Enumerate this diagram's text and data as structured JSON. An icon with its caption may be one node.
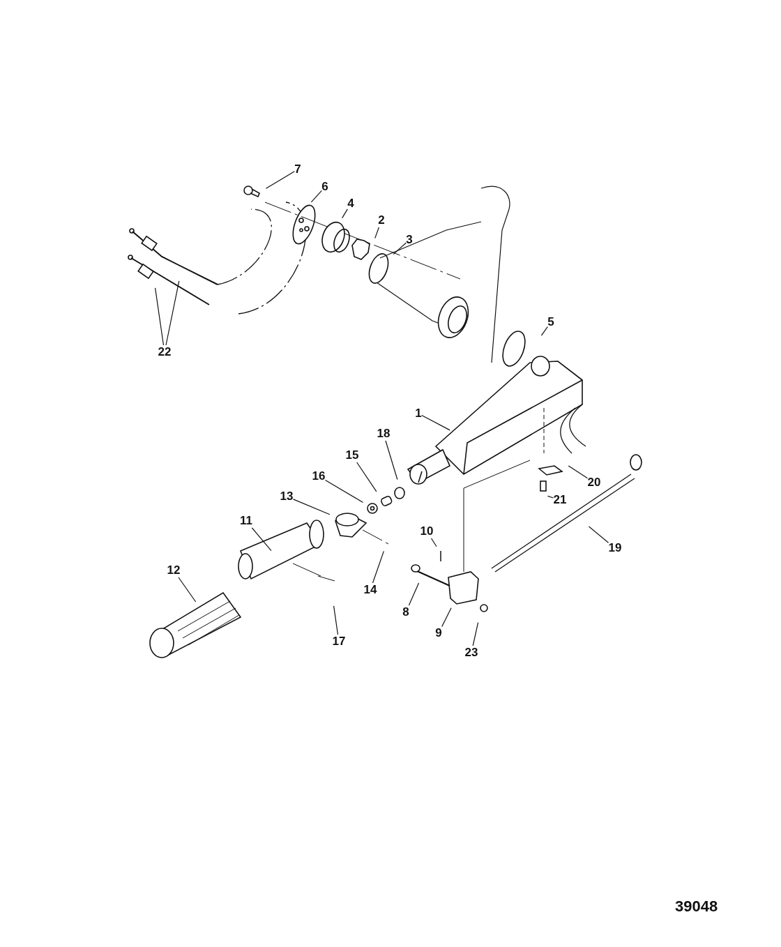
{
  "diagram": {
    "nodes": [
      {
        "text": [
          "7"
        ]
      },
      {
        "text": [
          "6"
        ]
      },
      {
        "text": [
          "4"
        ]
      },
      {
        "text": [
          "2"
        ]
      },
      {
        "text": [
          "3"
        ]
      },
      {
        "text": [
          "22"
        ]
      },
      {
        "text": [
          "5"
        ]
      },
      {
        "text": [
          "1"
        ]
      },
      {
        "text": [
          "18"
        ]
      },
      {
        "text": [
          "15"
        ]
      },
      {
        "text": [
          "16"
        ]
      },
      {
        "text": [
          "13"
        ]
      },
      {
        "text": [
          "20"
        ]
      },
      {
        "text": [
          "11"
        ]
      },
      {
        "text": [
          "21"
        ]
      },
      {
        "text": [
          "10"
        ]
      },
      {
        "text": [
          "19"
        ]
      },
      {
        "text": [
          "14"
        ]
      },
      {
        "text": [
          "8"
        ]
      },
      {
        "text": [
          "12"
        ]
      },
      {
        "text": [
          "9"
        ]
      },
      {
        "text": [
          "17"
        ]
      },
      {
        "text": [
          "23"
        ]
      }
    ],
    "edges": [
      {
        "from": 0,
        "to": null,
        "arrow": "none"
      },
      {
        "from": 1,
        "to": null,
        "arrow": "none"
      },
      {
        "from": 2,
        "to": null,
        "arrow": "none"
      },
      {
        "from": 3,
        "to": null,
        "arrow": "none"
      },
      {
        "from": 4,
        "to": null,
        "arrow": "none"
      },
      {
        "from": 5,
        "to": null,
        "arrow": "none"
      },
      {
        "from": 5,
        "to": null,
        "arrow": "none"
      },
      {
        "from": 6,
        "to": null,
        "arrow": "none"
      },
      {
        "from": 7,
        "to": null,
        "arrow": "none"
      },
      {
        "from": 8,
        "to": null,
        "arrow": "none"
      },
      {
        "from": 9,
        "to": null,
        "arrow": "none"
      },
      {
        "from": 10,
        "to": null,
        "arrow": "none"
      },
      {
        "from": 11,
        "to": null,
        "arrow": "none"
      },
      {
        "from": 12,
        "to": null,
        "arrow": "none"
      },
      {
        "from": 13,
        "to": null,
        "arrow": "none"
      },
      {
        "from": 14,
        "to": null,
        "arrow": "none"
      },
      {
        "from": 15,
        "to": null,
        "arrow": "none"
      },
      {
        "from": 16,
        "to": null,
        "arrow": "none"
      },
      {
        "from": 17,
        "to": null,
        "arrow": "none"
      },
      {
        "from": 18,
        "to": null,
        "arrow": "none"
      },
      {
        "from": 19,
        "to": null,
        "arrow": "none"
      },
      {
        "from": 20,
        "to": null,
        "arrow": "none"
      },
      {
        "from": 21,
        "to": null,
        "arrow": "none"
      },
      {
        "from": 22,
        "to": null,
        "arrow": "none"
      }
    ],
    "labels": [
      "39048"
    ]
  }
}
